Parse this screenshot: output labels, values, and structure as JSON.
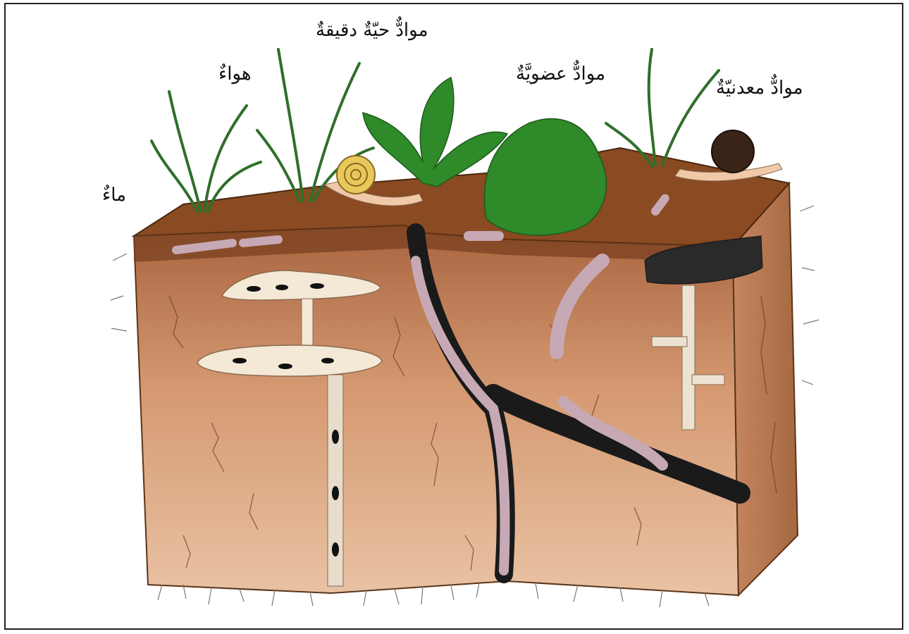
{
  "labels": {
    "water": "ماءٌ",
    "air": "هواءٌ",
    "micro_organisms": "موادٌّ حيّةٌ دقيقةٌ",
    "organic_matter": "موادٌّ عضويَّةٌ",
    "minerals": "موادٌّ معدنيّةٌ"
  },
  "colors": {
    "soil_top": "#8a4a22",
    "soil_side": "#c98a62",
    "soil_light": "#e6b896",
    "plant_green": "#2f8a2a",
    "worm": "#c7a9b5",
    "tunnel": "#1a1a1a",
    "chamber": "#f4e9d6",
    "snail_shell": "#e8c85a",
    "snail_body": "#f0c9a8"
  }
}
